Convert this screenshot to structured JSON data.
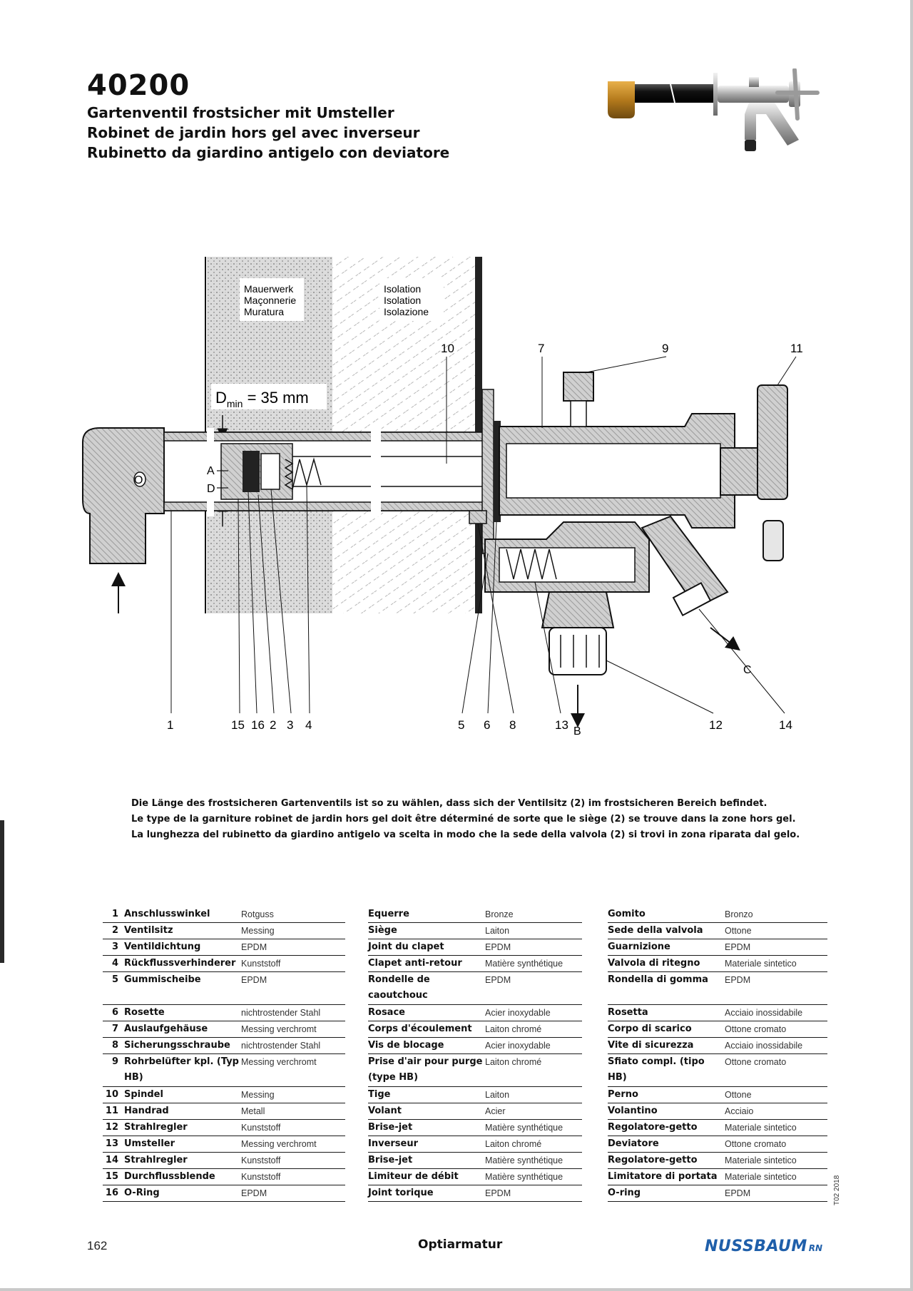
{
  "header": {
    "article_number": "40200",
    "titles": [
      "Gartenventil frostsicher mit Umsteller",
      "Robinet de jardin hors gel avec inverseur",
      "Rubinetto da giardino antigelo con deviatore"
    ]
  },
  "diagram": {
    "wall_labels": [
      "Mauerwerk",
      "Maçonnerie",
      "Muratura"
    ],
    "insulation_labels": [
      "Isolation",
      "Isolation",
      "Isolazione"
    ],
    "dmin_base": "D",
    "dmin_sub": "min",
    "dmin_rest": " = 35 mm",
    "letters": {
      "A": "A",
      "D": "D",
      "O": "O",
      "B": "B",
      "C": "C"
    },
    "callouts_top": [
      "10",
      "7",
      "9",
      "11"
    ],
    "callouts_bottom": [
      "1",
      "15",
      "16",
      "2",
      "3",
      "4",
      "5",
      "6",
      "8",
      "13",
      "12",
      "14"
    ]
  },
  "note": [
    "Die Länge des frostsicheren Gartenventils ist so zu wählen, dass sich der Ventilsitz (2) im frostsicheren Bereich befindet.",
    "Le type de la garniture robinet de jardin hors gel doit être déterminé de sorte que le siège (2) se trouve dans la zone hors gel.",
    "La lunghezza del rubinetto da giardino antigelo va scelta in modo che la sede della valvola (2) si trovi in zona riparata dal gelo."
  ],
  "parts": {
    "de": [
      {
        "num": "1",
        "name": "Anschlusswinkel",
        "material": "Rotguss"
      },
      {
        "num": "2",
        "name": "Ventilsitz",
        "material": "Messing"
      },
      {
        "num": "3",
        "name": "Ventildichtung",
        "material": "EPDM"
      },
      {
        "num": "4",
        "name": "Rückflussverhinderer",
        "material": "Kunststoff"
      },
      {
        "num": "5",
        "name": "Gummischeibe",
        "material": "EPDM"
      },
      {
        "num": "6",
        "name": "Rosette",
        "material": "nichtrostender Stahl"
      },
      {
        "num": "7",
        "name": "Auslaufgehäuse",
        "material": "Messing verchromt"
      },
      {
        "num": "8",
        "name": "Sicherungsschraube",
        "material": "nichtrostender Stahl"
      },
      {
        "num": "9",
        "name": "Rohrbelüfter kpl. (Typ HB)",
        "material": "Messing verchromt"
      },
      {
        "num": "10",
        "name": "Spindel",
        "material": "Messing"
      },
      {
        "num": "11",
        "name": "Handrad",
        "material": "Metall"
      },
      {
        "num": "12",
        "name": "Strahlregler",
        "material": "Kunststoff"
      },
      {
        "num": "13",
        "name": "Umsteller",
        "material": "Messing verchromt"
      },
      {
        "num": "14",
        "name": "Strahlregler",
        "material": "Kunststoff"
      },
      {
        "num": "15",
        "name": "Durchflussblende",
        "material": "Kunststoff"
      },
      {
        "num": "16",
        "name": "O-Ring",
        "material": "EPDM"
      }
    ],
    "fr": [
      {
        "name": "Equerre",
        "material": "Bronze"
      },
      {
        "name": "Siège",
        "material": "Laiton"
      },
      {
        "name": "Joint du clapet",
        "material": "EPDM"
      },
      {
        "name": "Clapet anti-retour",
        "material": "Matière synthétique"
      },
      {
        "name": "Rondelle de caoutchouc",
        "material": "EPDM"
      },
      {
        "name": "Rosace",
        "material": "Acier inoxydable"
      },
      {
        "name": "Corps d'écoulement",
        "material": "Laiton chromé"
      },
      {
        "name": "Vis de blocage",
        "material": "Acier inoxydable"
      },
      {
        "name": "Prise d'air pour purge (type HB)",
        "material": "Laiton chromé"
      },
      {
        "name": "Tige",
        "material": "Laiton"
      },
      {
        "name": "Volant",
        "material": "Acier"
      },
      {
        "name": "Brise-jet",
        "material": "Matière synthétique"
      },
      {
        "name": "Inverseur",
        "material": "Laiton chromé"
      },
      {
        "name": "Brise-jet",
        "material": "Matière synthétique"
      },
      {
        "name": "Limiteur de débit",
        "material": "Matière synthétique"
      },
      {
        "name": "Joint torique",
        "material": "EPDM"
      }
    ],
    "it": [
      {
        "name": "Gomito",
        "material": "Bronzo"
      },
      {
        "name": "Sede della valvola",
        "material": "Ottone"
      },
      {
        "name": "Guarnizione",
        "material": "EPDM"
      },
      {
        "name": "Valvola di ritegno",
        "material": "Materiale sintetico"
      },
      {
        "name": "Rondella di gomma",
        "material": "EPDM"
      },
      {
        "name": "Rosetta",
        "material": "Acciaio inossidabile"
      },
      {
        "name": "Corpo di scarico",
        "material": "Ottone cromato"
      },
      {
        "name": "Vite di sicurezza",
        "material": "Acciaio inossidabile"
      },
      {
        "name": "Sfiato compl. (tipo HB)",
        "material": "Ottone cromato"
      },
      {
        "name": "Perno",
        "material": "Ottone"
      },
      {
        "name": "Volantino",
        "material": "Acciaio"
      },
      {
        "name": "Regolatore-getto",
        "material": "Materiale sintetico"
      },
      {
        "name": "Deviatore",
        "material": "Ottone cromato"
      },
      {
        "name": "Regolatore-getto",
        "material": "Materiale sintetico"
      },
      {
        "name": "Limitatore di portata",
        "material": "Materiale sintetico"
      },
      {
        "name": "O-ring",
        "material": "EPDM"
      }
    ]
  },
  "side_code": "T02 2018",
  "footer": {
    "page_number": "162",
    "category": "Optiarmatur",
    "brand": "NUSSBAUM",
    "brand_suffix": "RN",
    "brand_color": "#1f5faa"
  }
}
